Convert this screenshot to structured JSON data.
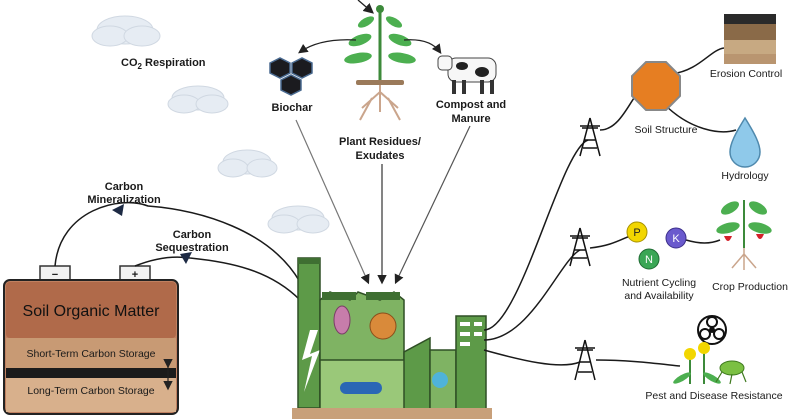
{
  "labels": {
    "co2_respiration_base": "CO",
    "co2_respiration_sub": "2",
    "co2_respiration_rest": " Respiration",
    "biochar": "Biochar",
    "plant_residues_line1": "Plant Residues/",
    "plant_residues_line2": "Exudates",
    "compost_line1": "Compost and",
    "compost_line2": "Manure",
    "carbon_mineralization_line1": "Carbon",
    "carbon_mineralization_line2": "Mineralization",
    "carbon_sequestration_line1": "Carbon",
    "carbon_sequestration_line2": "Sequestration",
    "soil_organic_matter": "Soil Organic Matter",
    "short_term_storage": "Short-Term Carbon Storage",
    "long_term_storage": "Long-Term Carbon Storage",
    "battery_minus": "−",
    "battery_plus": "+",
    "soil_structure": "Soil Structure",
    "erosion_control": "Erosion Control",
    "hydrology": "Hydrology",
    "nutrient_line1": "Nutrient Cycling",
    "nutrient_line2": "and Availability",
    "crop_production": "Crop Production",
    "pest_disease": "Pest and Disease Resistance",
    "nutrient_p": "P",
    "nutrient_n": "N",
    "nutrient_k": "K"
  },
  "colors": {
    "factory_green": "#5d9a48",
    "factory_dark": "#3f6f32",
    "soil_brown": "#b87a55",
    "soil_orange": "#e67e22",
    "water_blue": "#8fc9ea",
    "p_yellow": "#f2d600",
    "n_green": "#3aa655",
    "k_purple": "#6a5acd"
  },
  "icons": [
    "cloud-icon",
    "biochar-icon",
    "plant-icon",
    "cow-icon",
    "battery-icon",
    "factory-icon",
    "power-tower-icon",
    "octagon-icon",
    "water-drop-icon",
    "soil-layers-icon",
    "strawberry-plant-icon",
    "biohazard-icon",
    "dandelion-insect-icon"
  ]
}
